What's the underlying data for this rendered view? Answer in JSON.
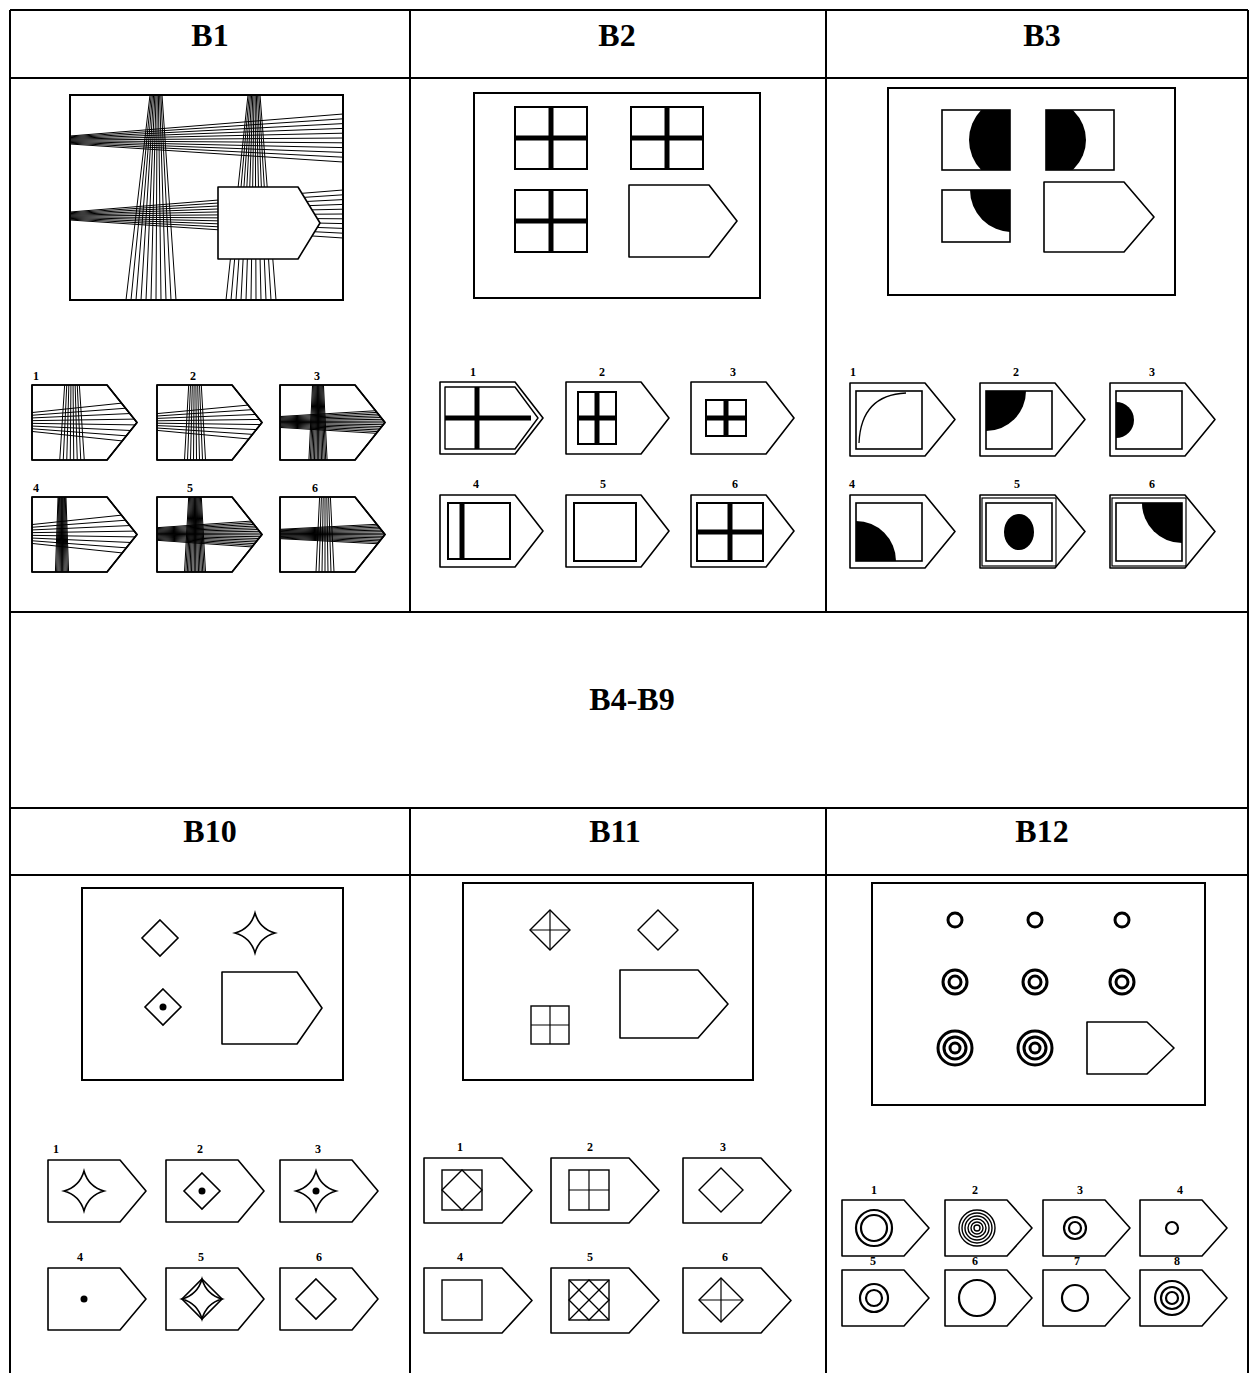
{
  "diagram": {
    "labels": [
      "B1",
      "B2",
      "B3",
      "B4-B9",
      "B10",
      "B11",
      "B12",
      "1",
      "2",
      "3",
      "4",
      "5",
      "6",
      "1",
      "2",
      "3",
      "4",
      "5",
      "6",
      "1",
      "2",
      "3",
      "4",
      "5",
      "6",
      "1",
      "2",
      "3",
      "4",
      "5",
      "6",
      "1",
      "2",
      "3",
      "4",
      "5",
      "6",
      "1",
      "2",
      "3",
      "4",
      "5",
      "6",
      "7",
      "8"
    ]
  }
}
